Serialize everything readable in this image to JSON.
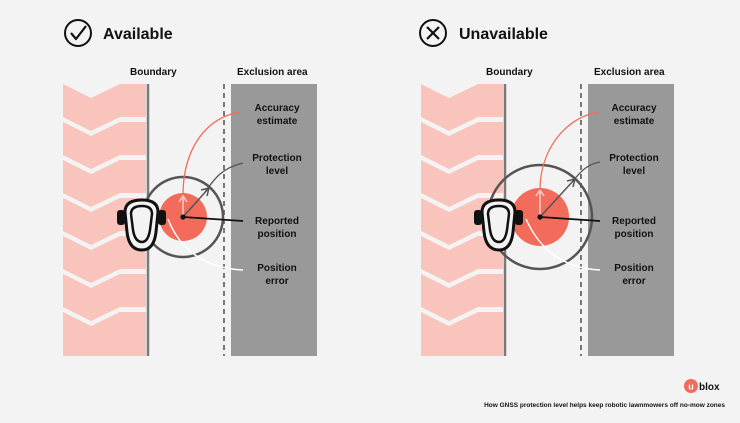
{
  "panels": [
    {
      "status": "Available",
      "boundary_label": "Boundary",
      "exclusion_label": "Exclusion area",
      "callouts": [
        {
          "line1": "Accuracy",
          "line2": "estimate"
        },
        {
          "line1": "Protection",
          "line2": "level"
        },
        {
          "line1": "Reported",
          "line2": "position"
        },
        {
          "line1": "Position",
          "line2": "error"
        }
      ]
    },
    {
      "status": "Unavailable",
      "boundary_label": "Boundary",
      "exclusion_label": "Exclusion area",
      "callouts": [
        {
          "line1": "Accuracy",
          "line2": "estimate"
        },
        {
          "line1": "Protection",
          "line2": "level"
        },
        {
          "line1": "Reported",
          "line2": "position"
        },
        {
          "line1": "Position",
          "line2": "error"
        }
      ]
    }
  ],
  "footer": {
    "brand": "blox",
    "brand_mark": "u",
    "caption": "How GNSS protection level helps keep robotic lawnmowers off no-mow zones"
  },
  "colors": {
    "accent": "#f26b5b",
    "lawn": "#f9c4bb",
    "exclusion": "#999999",
    "background": "#f3f3f3"
  }
}
